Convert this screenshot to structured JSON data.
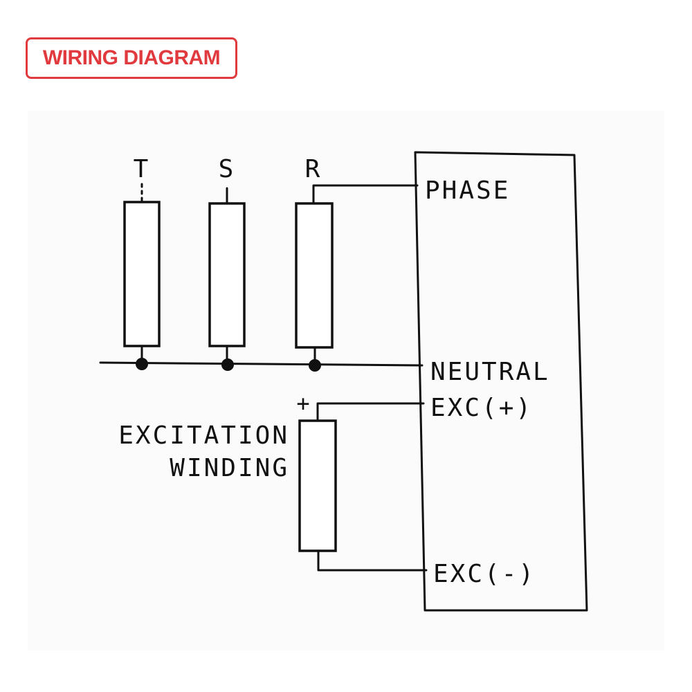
{
  "title": "WIRING DIAGRAM",
  "colors": {
    "title_accent": "#e03a3e",
    "line": "#111111"
  },
  "phases": {
    "t": "T",
    "s": "S",
    "r": "R"
  },
  "excitation": {
    "plus_sign": "+",
    "line1": "EXCITATION",
    "line2": "WINDING"
  },
  "terminals": {
    "phase": "PHASE",
    "neutral": "NEUTRAL",
    "exc_plus": "EXC(+)",
    "exc_minus": "EXC(-)"
  }
}
